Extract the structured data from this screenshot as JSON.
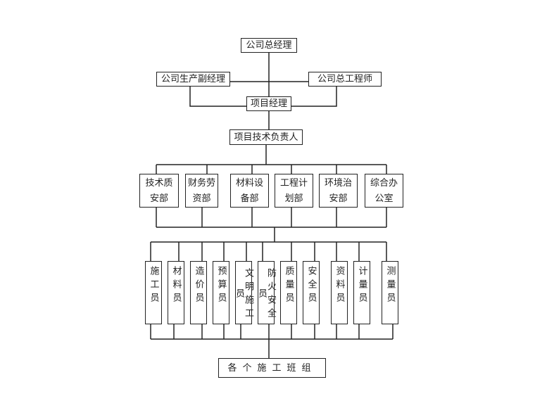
{
  "chart": {
    "top": "公司总经理",
    "vice_production": "公司生产副经理",
    "chief_engineer": "公司总工程师",
    "project_manager": "项目经理",
    "tech_lead": "项目技术负责人",
    "departments": [
      [
        "技术质",
        "安部"
      ],
      [
        "财务劳",
        "资部"
      ],
      [
        "材料设",
        "备部"
      ],
      [
        "工程计",
        "划部"
      ],
      [
        "环境治",
        "安部"
      ],
      [
        "综合办",
        "公室"
      ]
    ],
    "staff": [
      "施工员",
      "材料员",
      "造价员",
      "预算员",
      "文明施工员",
      "防火安全员",
      "质量员",
      "安全员",
      "资料员",
      "计量员",
      "测量员"
    ],
    "crews": "各个施工班组"
  }
}
